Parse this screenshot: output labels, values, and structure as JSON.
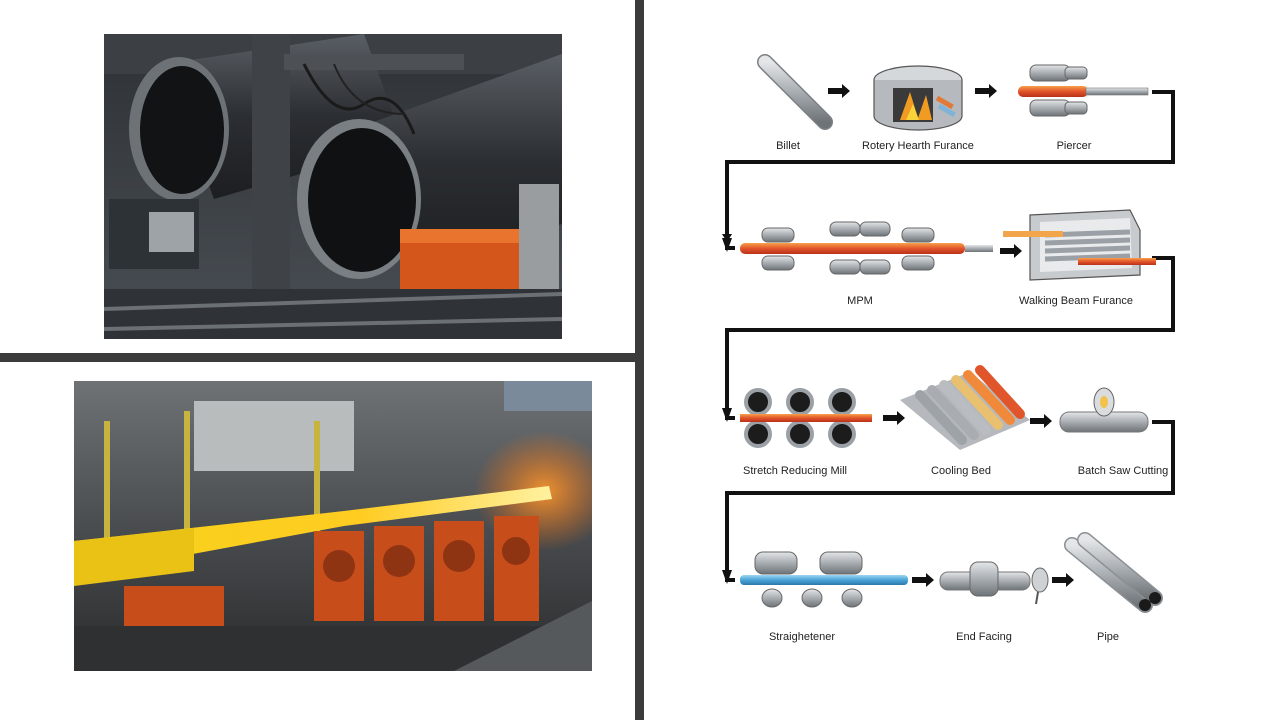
{
  "photos": {
    "top": {
      "subject": "large steel pipes on a welding/finishing line"
    },
    "bottom": {
      "subject": "glowing hot steel tube passing through rolling mill stands"
    }
  },
  "diagram": {
    "steps": [
      {
        "label": "Billet"
      },
      {
        "label": "Rotery Hearth Furance"
      },
      {
        "label": "Piercer"
      },
      {
        "label": "MPM"
      },
      {
        "label": "Walking Beam Furance"
      },
      {
        "label": "Stretch Reducing Mill"
      },
      {
        "label": "Cooling Bed"
      },
      {
        "label": "Batch Saw Cutting"
      },
      {
        "label": "Straighetener"
      },
      {
        "label": "End Facing"
      },
      {
        "label": "Pipe"
      }
    ]
  }
}
